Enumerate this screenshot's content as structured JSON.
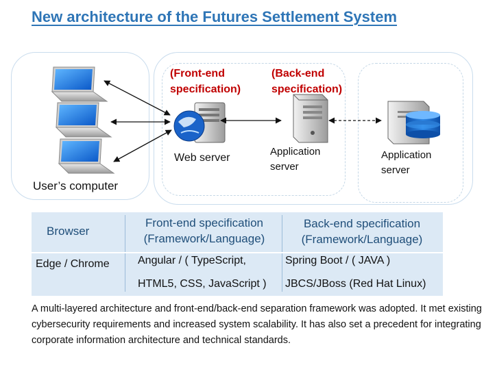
{
  "title": "New architecture of the Futures Settlement System",
  "diagram": {
    "front_spec_line1": "(Front-end",
    "front_spec_line2": "specification)",
    "back_spec_line1": "(Back-end",
    "back_spec_line2": "specification)",
    "user_label": "User’s computer",
    "web_server_label": "Web server",
    "app_server1_line1": "Application",
    "app_server1_line2": "server",
    "app_server2_line1": "Application",
    "app_server2_line2": "server",
    "accent_red": "#c00000",
    "accent_blue": "#2e75b6"
  },
  "table": {
    "headers": [
      "Browser",
      "Front-end specification",
      "(Framework/Language)",
      "Back-end specification",
      "(Framework/Language)"
    ],
    "browser": "Edge / Chrome",
    "front_row1": "Angular / ( TypeScript,",
    "front_row2": "HTML5, CSS, JavaScript )",
    "back_row1": "Spring Boot  / ( JAVA )",
    "back_row2": "JBCS/JBoss (Red Hat Linux)"
  },
  "caption": "A multi-layered architecture and front-end/back-end separation framework was adopted. It met existing cybersecurity requirements and increased system scalability. It has also set a precedent for integrating corporate information architecture and technical standards."
}
